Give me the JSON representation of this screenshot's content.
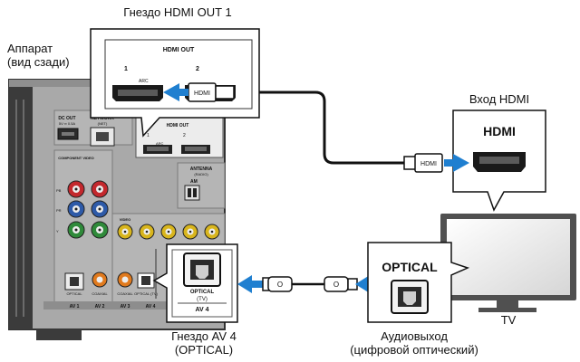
{
  "labels": {
    "hdmi_out_jack": "Гнездо HDMI OUT 1",
    "unit_line1": "Аппарат",
    "unit_line2": "(вид сзади)",
    "hdmi_input": "Вход HDMI",
    "tv": "TV",
    "av4_line1": "Гнездо AV 4",
    "av4_line2": "(OPTICAL)",
    "audio_out_line1": "Аудиовыход",
    "audio_out_line2": "(цифровой оптический)"
  },
  "callouts": {
    "hdmi_out_title": "HDMI OUT",
    "hdmi_out_1": "1",
    "hdmi_out_2": "2",
    "hdmi_out_arc": "ARC",
    "tv_hdmi": "HDMI",
    "tv_optical": "OPTICAL",
    "av4_optical": "OPTICAL",
    "av4_tv": "(TV)",
    "av4_name": "AV 4"
  },
  "plugs": {
    "hdmi_plug": "HDMI",
    "optical_plug": "O"
  },
  "panel": {
    "dc_out": "DC OUT",
    "dc_out_sub": "5V ═ 0.5A",
    "network": "NETWORK",
    "network_sub": "(NET)",
    "hdmi_out": "HDMI OUT",
    "hdmi_1": "1",
    "hdmi_arc": "ARC",
    "hdmi_2": "2",
    "antenna": "ANTENNA",
    "antenna_sub": "(RADIO)",
    "am": "AM",
    "component_video": "COMPONENT VIDEO",
    "pb": "PB",
    "pr": "PR",
    "y": "Y",
    "video": "VIDEO",
    "optical": "OPTICAL",
    "coaxial_1": "COAXIAL",
    "coaxial_2": "COAXIAL",
    "optical_tv": "OPTICAL (TV)",
    "av1": "AV 1",
    "av2": "AV 2",
    "av3": "AV 3",
    "av4": "AV 4"
  },
  "colors": {
    "arrow_blue": "#1f7fd0",
    "panel_gray": "#a9a9a9",
    "panel_dark": "#3b3b3b",
    "jack_red": "#c3282d",
    "jack_blue": "#2e5aa8",
    "jack_green": "#2f8a3a",
    "jack_yellow": "#d8b51d",
    "tv_frame": "#505050",
    "tv_screen": "#ededed"
  }
}
